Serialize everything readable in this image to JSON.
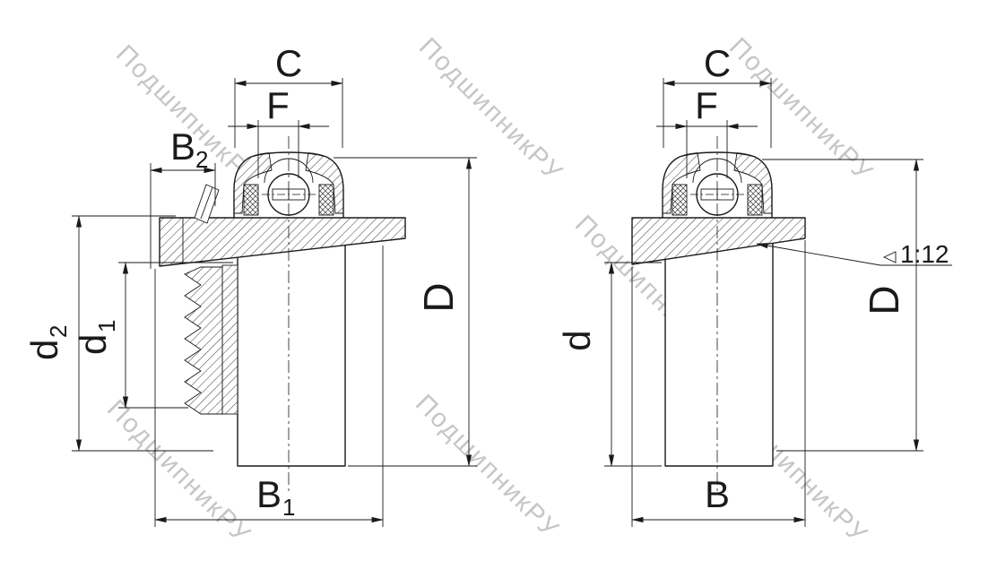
{
  "watermark": {
    "text": "ПодшипникРУ",
    "color": "#c6c6c6"
  },
  "left_view": {
    "c": "C",
    "f": "F",
    "b2": {
      "main": "B",
      "sub": "2"
    },
    "d2": {
      "main": "d",
      "sub": "2"
    },
    "d1": {
      "main": "d",
      "sub": "1"
    },
    "d_outer": "D",
    "b1": {
      "main": "B",
      "sub": "1"
    }
  },
  "right_view": {
    "c": "C",
    "f": "F",
    "d": "d",
    "d_outer": "D",
    "b": "B",
    "taper": "1:12"
  },
  "colors": {
    "line": "#1a1a1a",
    "watermark": "#c6c6c6",
    "background": "#ffffff"
  }
}
